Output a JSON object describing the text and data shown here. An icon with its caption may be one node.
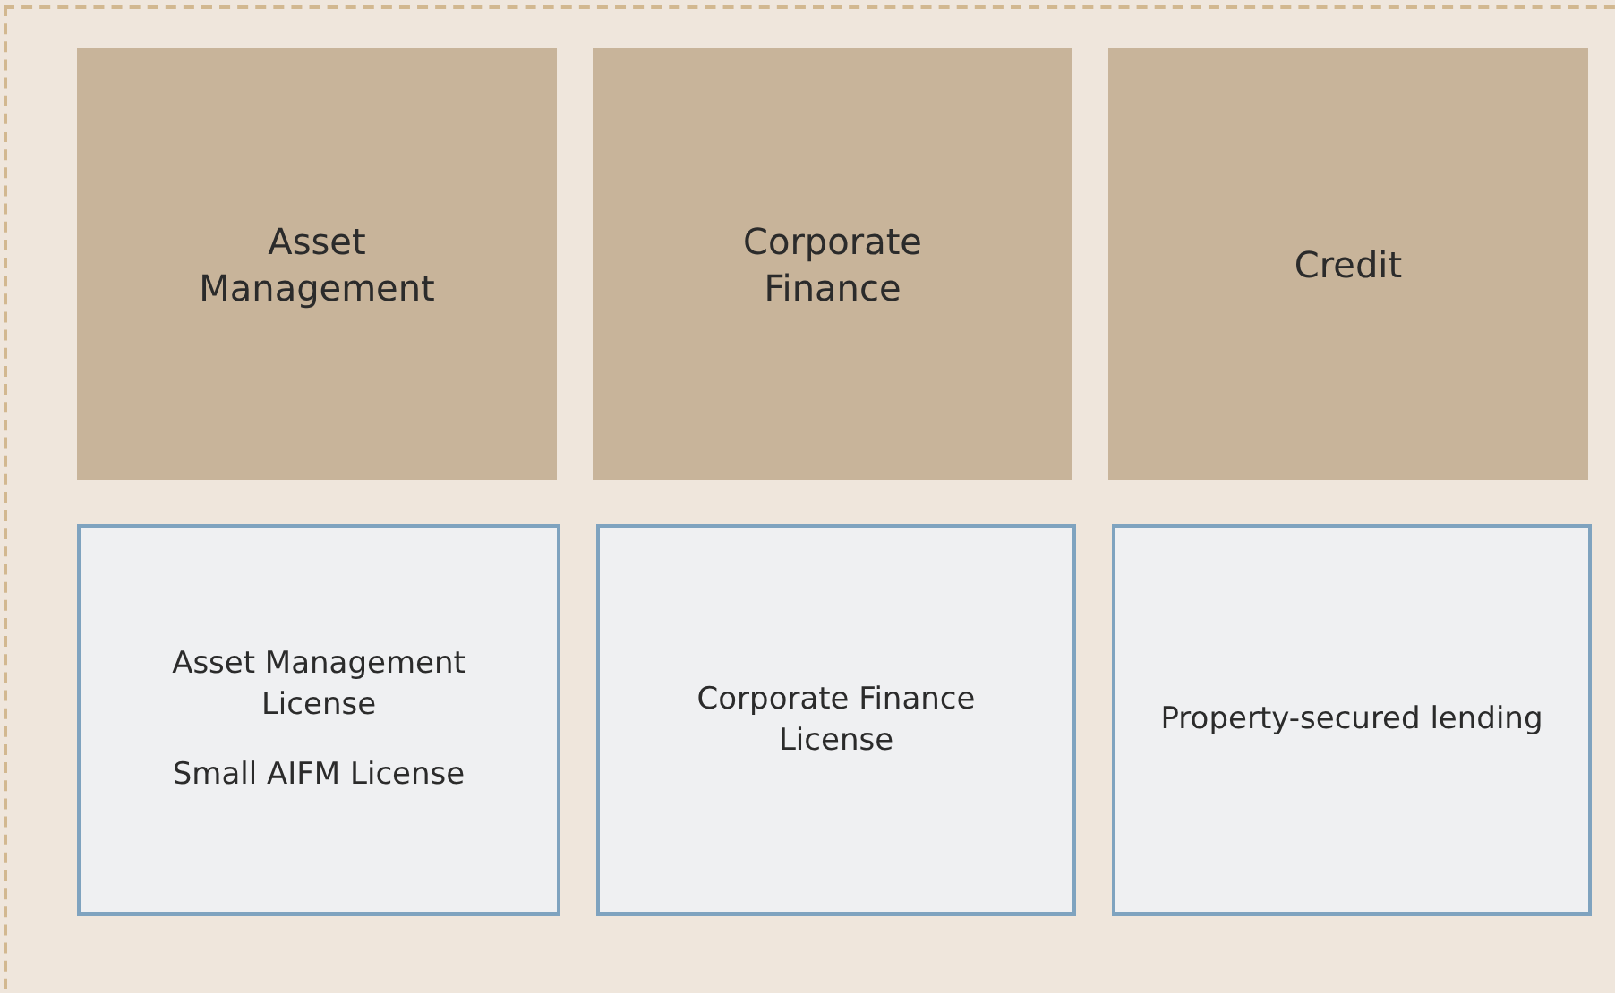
{
  "diagram": {
    "nodes": [
      {
        "text": [
          "Asset Management"
        ]
      },
      {
        "text": [
          "Corporate Finance"
        ]
      },
      {
        "text": [
          "Credit"
        ]
      },
      {
        "text": [
          "Asset Management License",
          "Small AIFM License"
        ]
      },
      {
        "text": [
          "Corporate Finance License"
        ]
      },
      {
        "text": [
          "Property-secured lending"
        ]
      }
    ]
  }
}
